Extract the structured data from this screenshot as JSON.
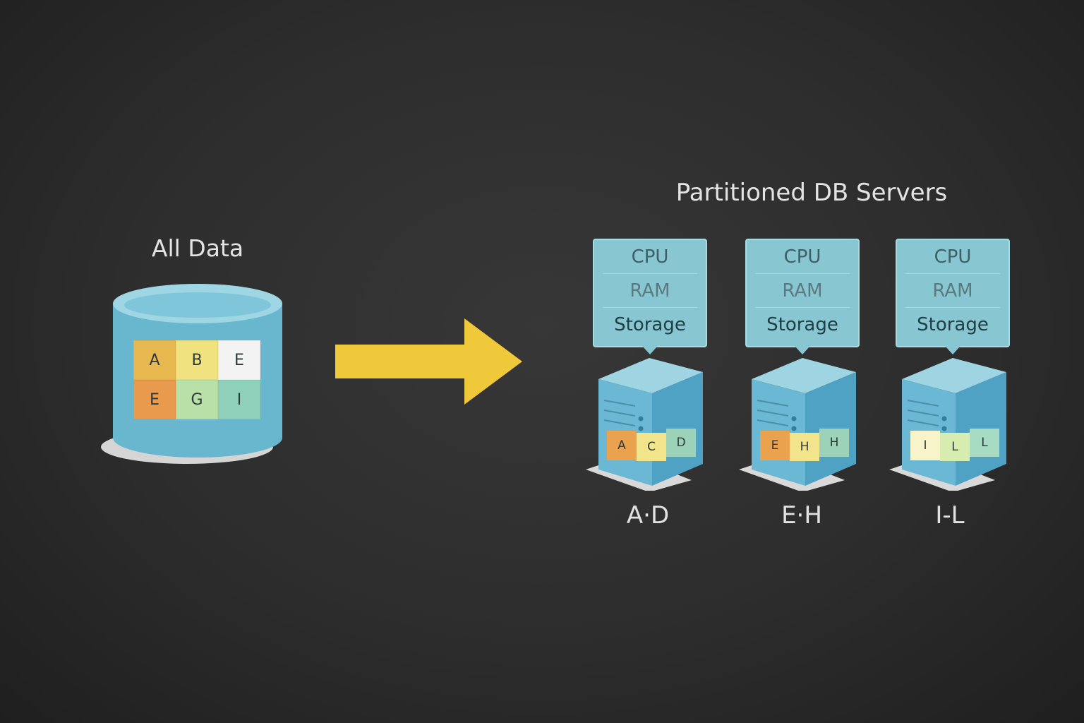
{
  "source": {
    "title": "All Data",
    "tiles": [
      {
        "letter": "A",
        "color": "#e8b850"
      },
      {
        "letter": "B",
        "color": "#f0e27e"
      },
      {
        "letter": "E",
        "color": "#f3f3f3"
      },
      {
        "letter": "E",
        "color": "#e99a4c"
      },
      {
        "letter": "G",
        "color": "#b9e0a6"
      },
      {
        "letter": "I",
        "color": "#8ed0b9"
      }
    ]
  },
  "target": {
    "title": "Partitioned DB Servers",
    "servers": [
      {
        "specs": {
          "cpu": "CPU",
          "ram": "RAM",
          "storage": "Storage"
        },
        "tiles": [
          {
            "letter": "A",
            "color": "#eba24e"
          },
          {
            "letter": "C",
            "color": "#f1e48a"
          },
          {
            "letter": "D",
            "color": "#9cd3b8"
          }
        ],
        "range": "A·D"
      },
      {
        "specs": {
          "cpu": "CPU",
          "ram": "RAM",
          "storage": "Storage"
        },
        "tiles": [
          {
            "letter": "E",
            "color": "#eba24e"
          },
          {
            "letter": "H",
            "color": "#f1e48a"
          },
          {
            "letter": "H",
            "color": "#9cd3b8"
          }
        ],
        "range": "E·H"
      },
      {
        "specs": {
          "cpu": "CPU",
          "ram": "RAM",
          "storage": "Storage"
        },
        "tiles": [
          {
            "letter": "I",
            "color": "#f6f4c8"
          },
          {
            "letter": "L",
            "color": "#d7edb0"
          },
          {
            "letter": "L",
            "color": "#a8dcc2"
          }
        ],
        "range": "I-L"
      }
    ]
  },
  "colors": {
    "arrow": "#f0c93a",
    "cylinder": "#69b7cf",
    "server_front": "#6ab8d4",
    "server_side": "#4fa2c4",
    "server_top": "#9fd5e2"
  }
}
